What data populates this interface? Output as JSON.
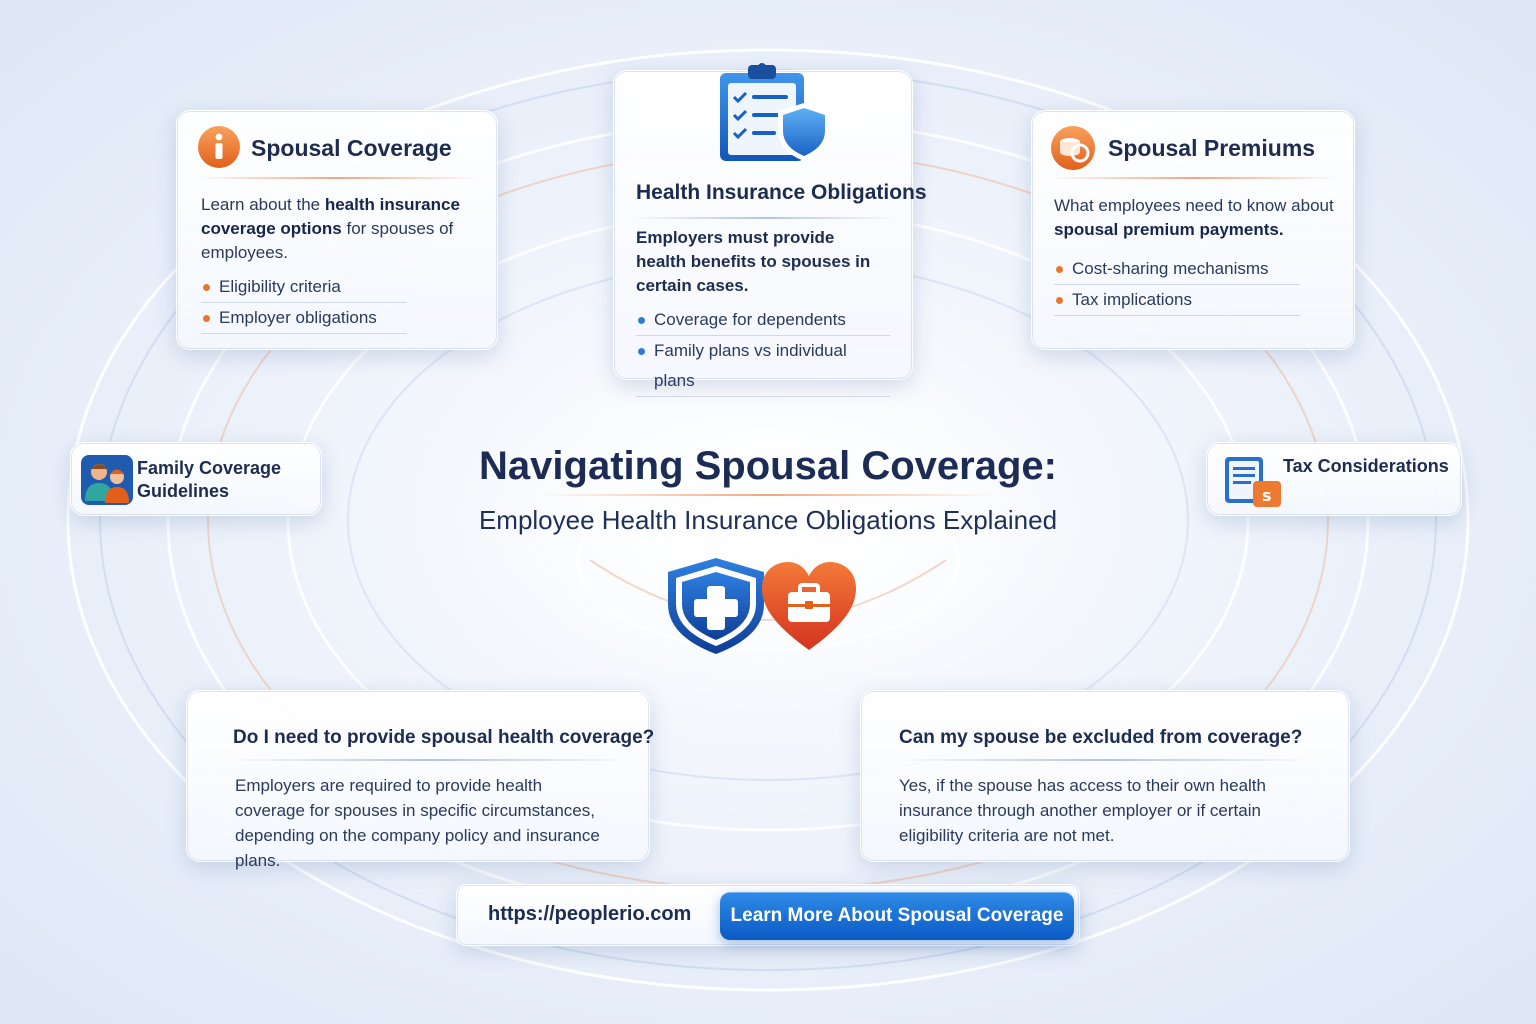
{
  "header": {
    "title": "Navigating Spousal Coverage:",
    "subtitle": "Employee Health Insurance Obligations Explained"
  },
  "spousal_coverage": {
    "title": "Spousal Coverage",
    "text_before": "Learn about the ",
    "text_bold": "health insurance coverage options",
    "text_after": " for spouses of employees.",
    "items": [
      "Eligibility criteria",
      "Employer obligations"
    ]
  },
  "health_obligations": {
    "title": "Health Insurance Obligations",
    "text": "Employers must provide health benefits to spouses in certain cases.",
    "items": [
      "Coverage for dependents",
      "Family plans vs individual plans"
    ]
  },
  "spousal_premiums": {
    "title": "Spousal Premiums",
    "text_before": "What employees need to know about ",
    "text_bold": "spousal premium payments.",
    "items": [
      "Cost-sharing mechanisms",
      "Tax implications"
    ]
  },
  "family_guidelines": {
    "label": "Family Coverage Guidelines"
  },
  "tax_considerations": {
    "label": "Tax Considerations"
  },
  "faq": [
    {
      "question": "Do I need to provide spousal health coverage?",
      "answer": "Employers are required to provide health coverage for spouses in specific circumstances, depending on the company policy and insurance plans."
    },
    {
      "question": "Can my spouse be excluded from coverage?",
      "answer": "Yes, if the spouse has access to their own health insurance through another employer or if certain eligibility criteria are not met."
    }
  ],
  "footer": {
    "url": "https://peoplerio.com",
    "cta_label": "Learn More About Spousal Coverage"
  },
  "colors": {
    "accent_orange": "#e8772e",
    "accent_blue": "#0b5bc4",
    "title_navy": "#1c2c55"
  },
  "icons": [
    "info-icon",
    "clipboard-shield-icon",
    "coins-icon",
    "family-icon",
    "tax-document-icon",
    "health-shield-icon",
    "heart-briefcase-icon"
  ]
}
